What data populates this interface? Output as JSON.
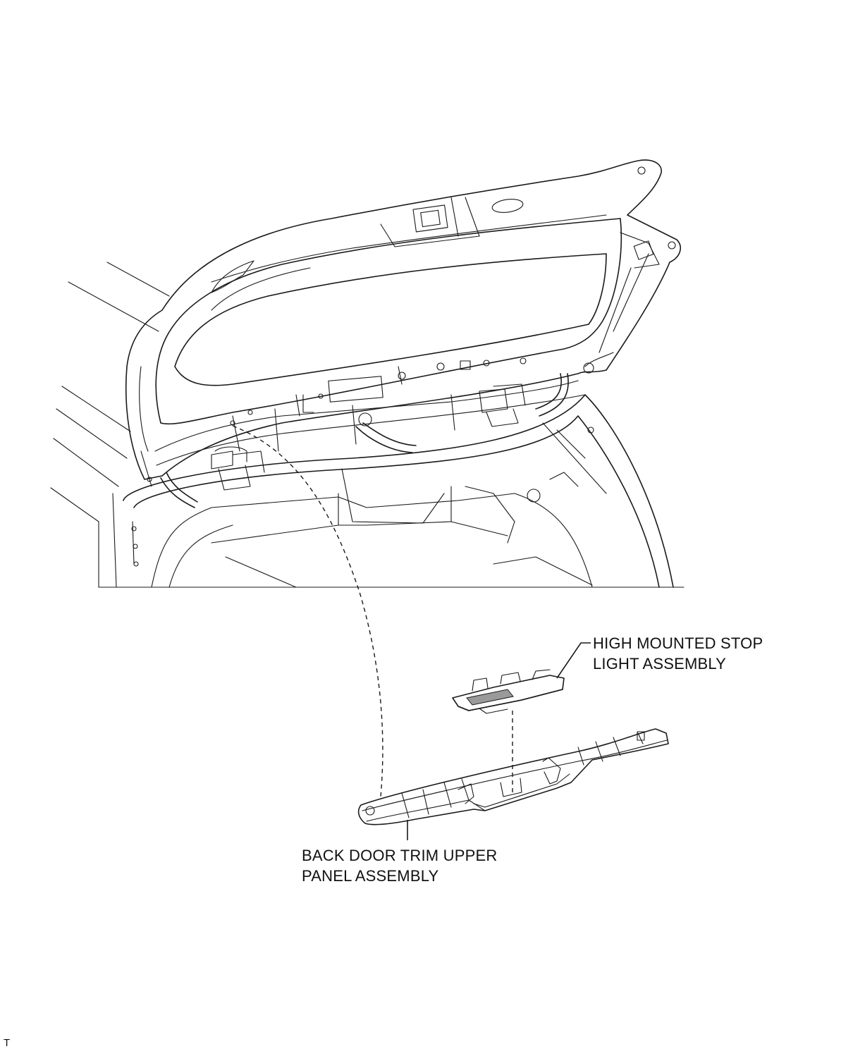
{
  "labels": {
    "stop_light_line1": "HIGH MOUNTED STOP",
    "stop_light_line2": "LIGHT ASSEMBLY",
    "trim_panel_line1": "BACK DOOR TRIM UPPER",
    "trim_panel_line2": "PANEL ASSEMBLY",
    "corner_code": "T"
  },
  "colors": {
    "line": "#1a1a1a",
    "background": "#ffffff"
  }
}
